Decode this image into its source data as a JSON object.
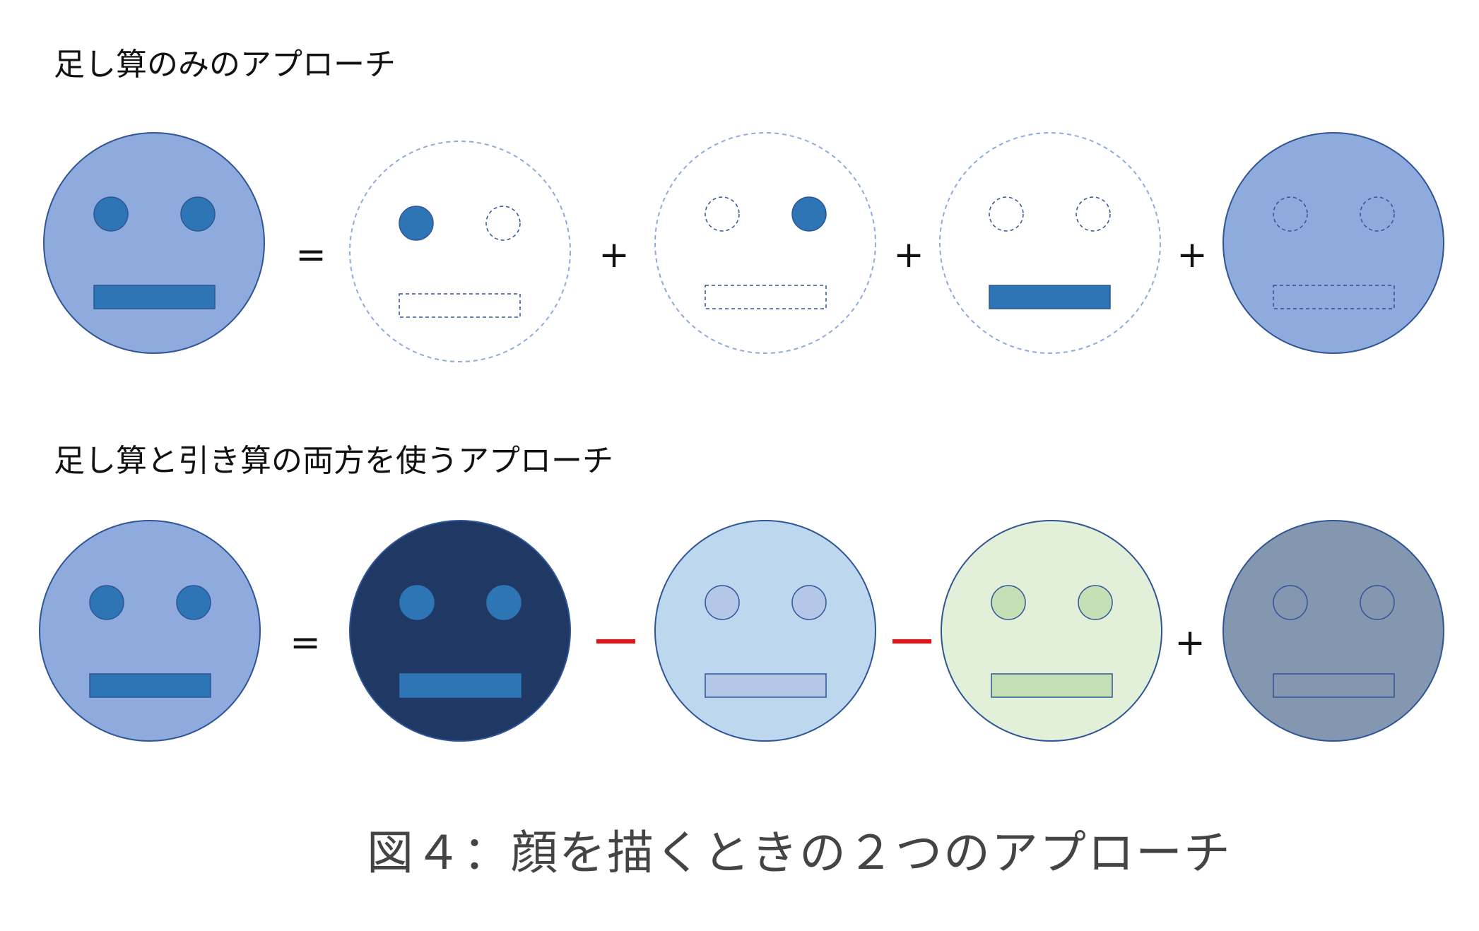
{
  "figure": {
    "caption": "図４：顔を描くときの２つのアプローチ"
  },
  "colors": {
    "face_fill": "#8FAADC",
    "feature_blue": "#2E75B6",
    "outline_navy": "#2F5597",
    "dashed_gray_blue": "#8FAADC",
    "dark_navy": "#203864",
    "light_blue": "#BDD7EE",
    "light_blue_feature": "#B4C7E7",
    "light_green": "#E2F0D9",
    "green_feature": "#C5E0B4",
    "slate": "#8497B0",
    "minus_red": "#E81010"
  },
  "rows": [
    {
      "title": "足し算のみのアプローチ",
      "operators": [
        "=",
        "+",
        "+",
        "+"
      ],
      "faces": [
        {
          "role": "result",
          "style": "solid",
          "fill": "#8FAADC",
          "eye_left": "filled",
          "eye_right": "filled",
          "mouth": "filled"
        },
        {
          "role": "left-eye-part",
          "style": "dashed",
          "fill": "#FFFFFF",
          "eye_left": "filled",
          "eye_right": "dashed",
          "mouth": "dashed"
        },
        {
          "role": "right-eye-part",
          "style": "dashed",
          "fill": "#FFFFFF",
          "eye_left": "dashed",
          "eye_right": "filled",
          "mouth": "dashed"
        },
        {
          "role": "mouth-part",
          "style": "dashed",
          "fill": "#FFFFFF",
          "eye_left": "dashed",
          "eye_right": "dashed",
          "mouth": "filled"
        },
        {
          "role": "face-base-part",
          "style": "solid",
          "fill": "#8FAADC",
          "eye_left": "dashed",
          "eye_right": "dashed",
          "mouth": "dashed"
        }
      ]
    },
    {
      "title": "足し算と引き算の両方を使うアプローチ",
      "operators": [
        "=",
        "minus",
        "minus",
        "+"
      ],
      "faces": [
        {
          "role": "result",
          "style": "solid",
          "fill": "#8FAADC",
          "eye_left": "filled",
          "eye_right": "filled",
          "mouth": "filled"
        },
        {
          "role": "dark-full-face",
          "style": "solid",
          "fill": "#203864",
          "feature_fill": "#2E75B6"
        },
        {
          "role": "light-blue-face",
          "style": "solid",
          "fill": "#BDD7EE",
          "feature_fill": "#B4C7E7"
        },
        {
          "role": "light-green-face",
          "style": "solid",
          "fill": "#E2F0D9",
          "feature_fill": "#C5E0B4"
        },
        {
          "role": "slate-face",
          "style": "solid",
          "fill": "#8497B0",
          "feature_fill": "#8497B0"
        }
      ]
    }
  ]
}
